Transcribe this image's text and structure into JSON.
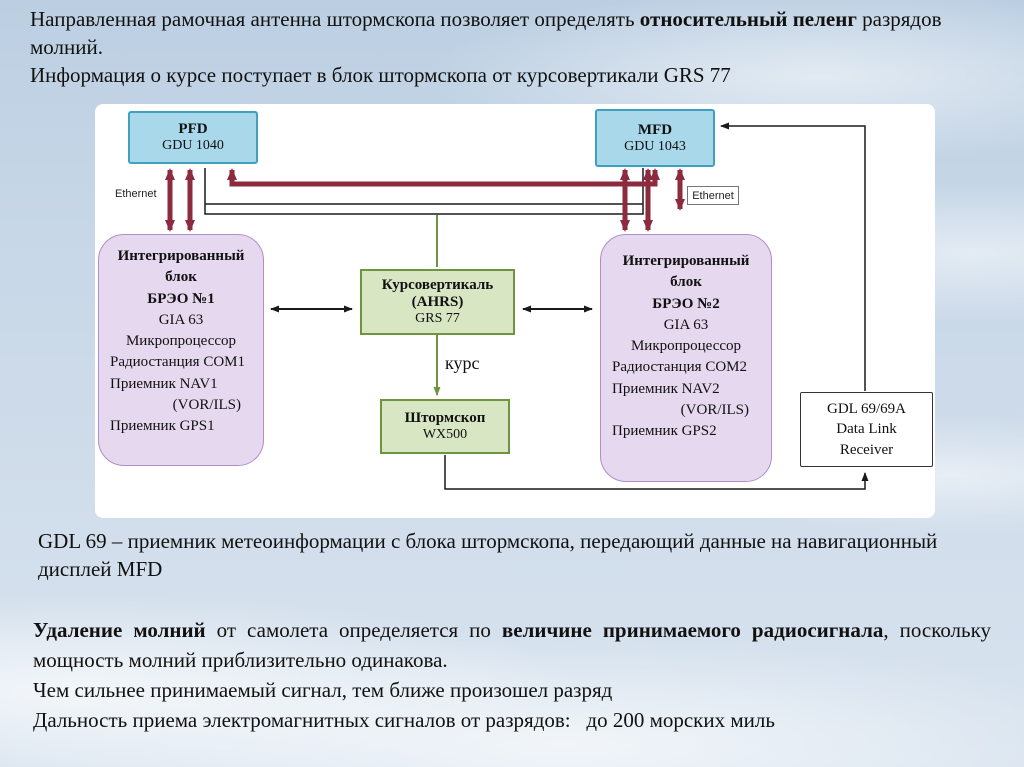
{
  "intro": {
    "p1": {
      "t1": "Направленная рамочная антенна штормскопа позволяет определять ",
      "b1": "относительный пеленг",
      "t2": " разрядов молний."
    },
    "p2": "Информация о курсе поступает в блок штормскопа от курсовертикали GRS 77"
  },
  "diagram": {
    "pfd": {
      "title": "PFD",
      "model": "GDU 1040"
    },
    "mfd": {
      "title": "MFD",
      "model": "GDU 1043"
    },
    "ethernet_left": "Ethernet",
    "ethernet_right": "Ethernet",
    "ahrs": {
      "line1": "Курсовертикаль",
      "line2": "(AHRS)",
      "line3": "GRS 77"
    },
    "kurs_label": "курс",
    "stormscope": {
      "line1": "Штормскоп",
      "line2": "WX500"
    },
    "gdl": {
      "line1": "GDL 69/69A",
      "line2": "Data Link",
      "line3": "Receiver"
    },
    "breo1": {
      "lines": [
        "Интегрированный",
        "блок",
        "БРЭО №1",
        "GIA 63",
        "Микропроцессор",
        "Радиостанция COM1",
        "Приемник NAV1",
        "(VOR/ILS)",
        "Приемник GPS1"
      ]
    },
    "breo2": {
      "lines": [
        "Интегрированный",
        "блок",
        "БРЭО №2",
        "GIA 63",
        "Микропроцессор",
        "Радиостанция COM2",
        "Приемник NAV2",
        "(VOR/ILS)",
        "Приемник GPS2"
      ]
    }
  },
  "gdl_note": "GDL 69 – приемник метеоинформации с блока штормскопа, передающий данные на навигационный дисплей MFD",
  "bottom": {
    "p1": {
      "b1": "Удаление молний",
      "t1": " от самолета определяется по ",
      "b2": "величине принимаемого радиосигнала",
      "t2": ", поскольку мощность молний приблизительно одинакова."
    },
    "p2": "Чем сильнее принимаемый сигнал, тем ближе произошел разряд",
    "p3": "Дальность приема электромагнитных сигналов от разрядов:   до 200 морских миль"
  },
  "colors": {
    "panel_bg": "#ffffff",
    "box_blue_fill": "#a8d8ea",
    "box_blue_border": "#3fa0c0",
    "box_purple_fill": "#e6d8ee",
    "box_purple_border": "#b08cc8",
    "box_green_fill": "#d9e6c4",
    "box_green_border": "#6f9440",
    "arrow_maroon": "#8c2a3e",
    "line_black": "#1a1a1a"
  }
}
